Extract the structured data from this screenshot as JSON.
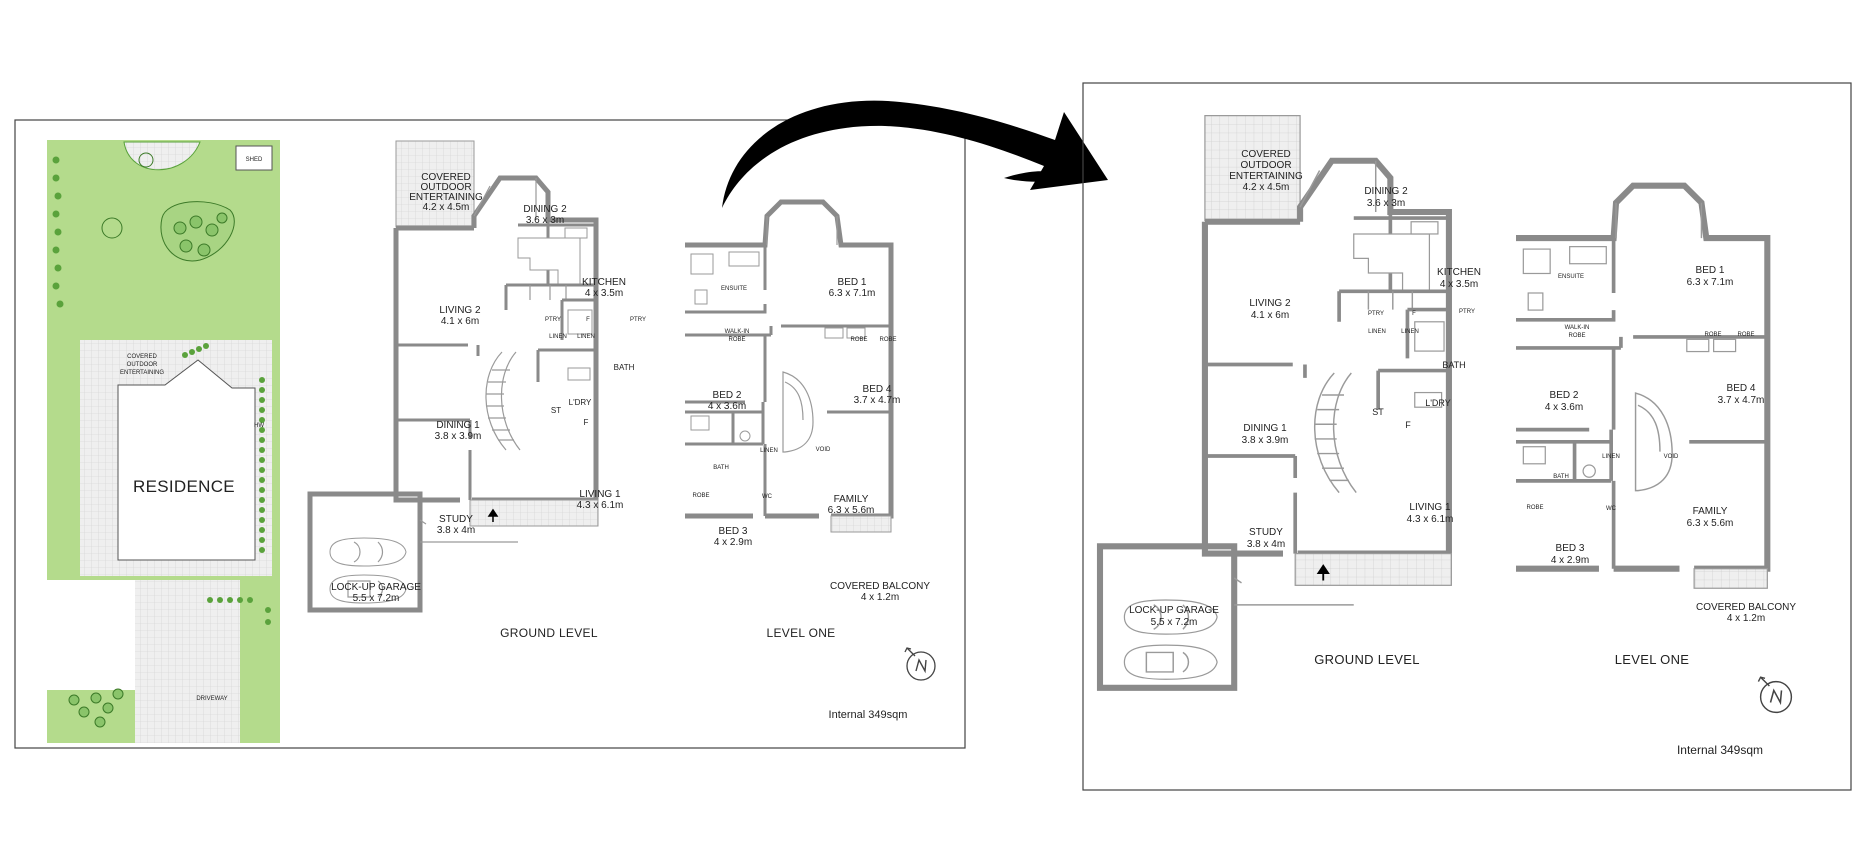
{
  "colors": {
    "lawn": "#b4db8c",
    "hedge": "#5aa23c",
    "wall": "#8a8a8a",
    "paving": "#ededed",
    "arrow": "#000000"
  },
  "arrow_icon": "curved-arrow-icon",
  "north_icon": "north-arrow-icon",
  "site": {
    "shed": "SHED",
    "covered_outdoor": "COVERED\nOUTDOOR\nENTERTAINING",
    "residence": "RESIDENCE",
    "hw": "HW",
    "driveway": "DRIVEWAY"
  },
  "ground": {
    "title": "GROUND LEVEL",
    "covered_outdoor": "COVERED\nOUTDOOR\nENTERTAINING\n4.2 x 4.5m",
    "dining2": "DINING 2\n3.6 x 3m",
    "kitchen": "KITCHEN\n4 x 3.5m",
    "living2": "LIVING 2\n4.1 x 6m",
    "ptry": "PTRY",
    "f": "F",
    "linen": "LINEN",
    "bath": "BATH",
    "st": "ST",
    "ldry": "L'DRY",
    "dining1": "DINING 1\n3.8 x 3.9m",
    "living1": "LIVING 1\n4.3 x 6.1m",
    "study": "STUDY\n3.8 x 4m",
    "garage": "LOCK-UP GARAGE\n5.5 x 7.2m"
  },
  "level_one": {
    "title": "LEVEL ONE",
    "ensuite": "ENSUITE",
    "bed1": "BED 1\n6.3 x 7.1m",
    "walkin": "WALK-IN\nROBE",
    "robe": "ROBE",
    "bed2": "BED 2\n4 x 3.6m",
    "bed4": "BED 4\n3.7 x 4.7m",
    "linen": "LINEN",
    "void": "VOID",
    "bath": "BATH",
    "wc": "WC",
    "bed3": "BED 3\n4 x 2.9m",
    "family": "FAMILY\n6.3 x 5.6m",
    "balcony": "COVERED BALCONY\n4 x 1.2m"
  },
  "internal": "Internal 349sqm"
}
